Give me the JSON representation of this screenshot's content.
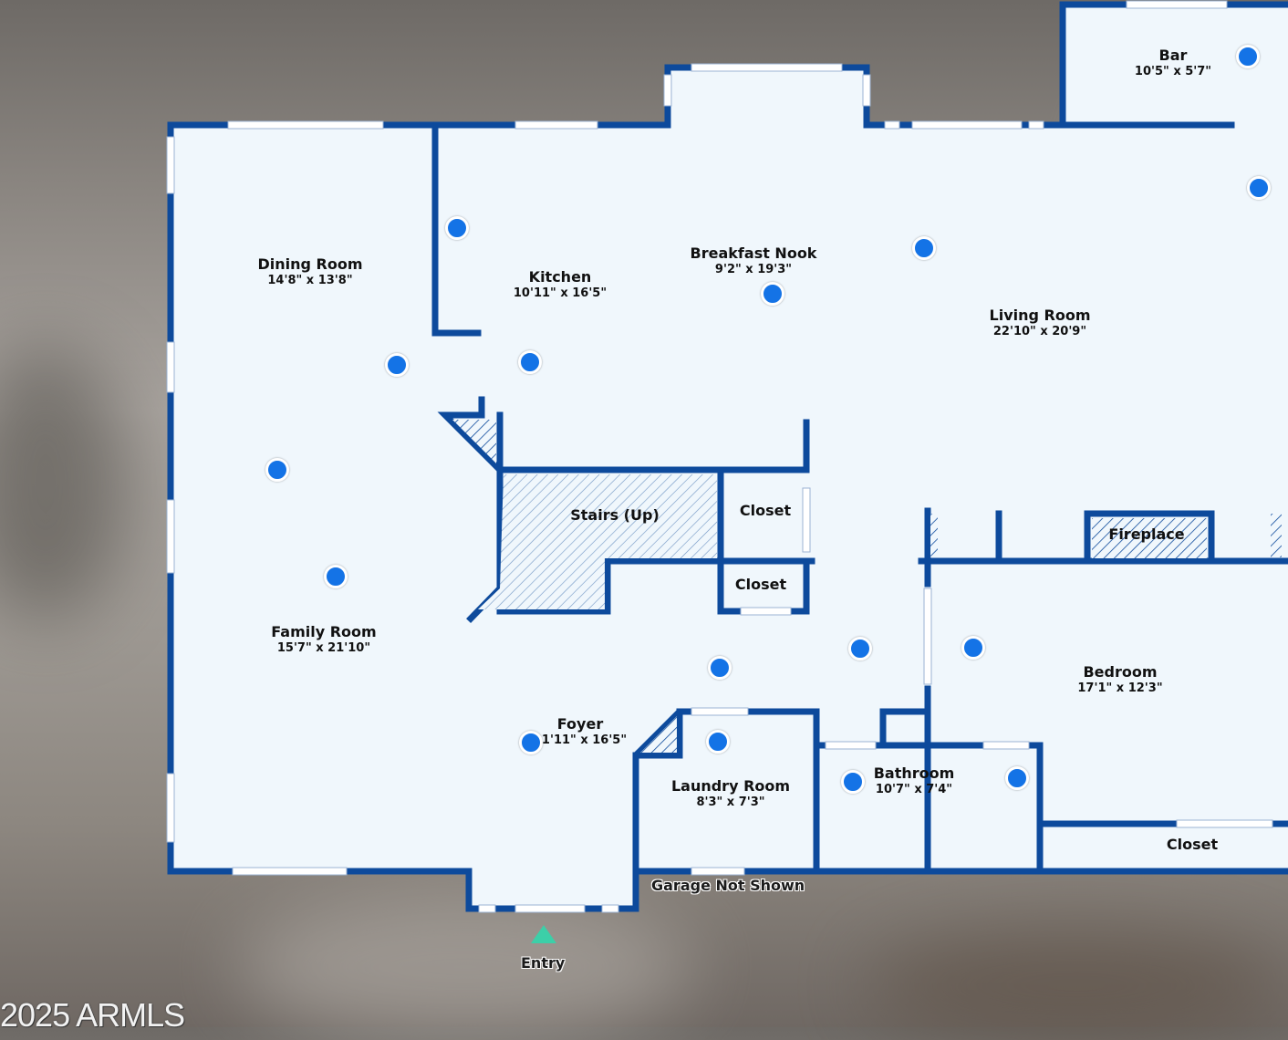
{
  "colors": {
    "wall": "#0d4a9c",
    "floor": "#f0f7fc",
    "marker": "#1473e6",
    "entry": "#3ccfa8"
  },
  "rooms": {
    "dining": {
      "name": "Dining Room",
      "dim": "14'8\" x 13'8\""
    },
    "kitchen": {
      "name": "Kitchen",
      "dim": "10'11\" x 16'5\""
    },
    "nook": {
      "name": "Breakfast Nook",
      "dim": "9'2\" x 19'3\""
    },
    "living": {
      "name": "Living Room",
      "dim": "22'10\" x 20'9\""
    },
    "bar": {
      "name": "Bar",
      "dim": "10'5\" x 5'7\""
    },
    "family": {
      "name": "Family Room",
      "dim": "15'7\" x 21'10\""
    },
    "foyer": {
      "name": "Foyer",
      "dim": "11'11\" x 16'5\""
    },
    "laundry": {
      "name": "Laundry Room",
      "dim": "8'3\" x 7'3\""
    },
    "bathroom": {
      "name": "Bathroom",
      "dim": "10'7\" x 7'4\""
    },
    "bedroom": {
      "name": "Bedroom",
      "dim": "17'1\" x 12'3\""
    }
  },
  "labels": {
    "stairs": "Stairs (Up)",
    "closet_upper": "Closet",
    "closet_lower": "Closet",
    "closet_bedroom": "Closet",
    "fireplace": "Fireplace",
    "garage_note": "Garage Not Shown",
    "entry": "Entry"
  },
  "watermark": "2025 ARMLS"
}
